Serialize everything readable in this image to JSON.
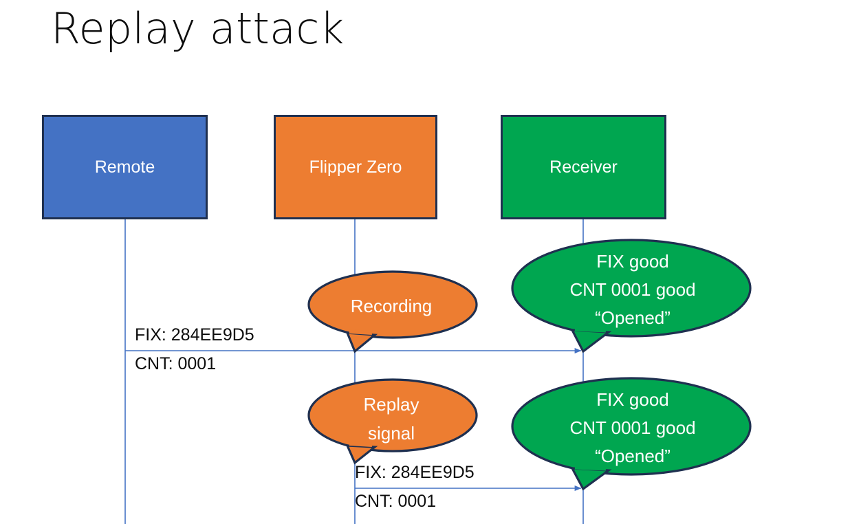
{
  "slide": {
    "title": "Replay attack",
    "background": "#ffffff"
  },
  "colors": {
    "remote_blue": "#4472C4",
    "flipper_orange": "#ED7D31",
    "receiver_green": "#00A650",
    "outline_navy": "#1F3050",
    "connector_blue": "#4472C4",
    "text_dark": "#0D0D0D",
    "text_light": "#FFFFFF"
  },
  "nodes": [
    {
      "id": "remote",
      "label": "Remote",
      "color": "#4472C4"
    },
    {
      "id": "flipper",
      "label": "Flipper Zero",
      "color": "#ED7D31"
    },
    {
      "id": "receiver",
      "label": "Receiver",
      "color": "#00A650"
    }
  ],
  "callouts": [
    {
      "id": "recording",
      "text": "Recording",
      "color": "#ED7D31",
      "owner": "flipper"
    },
    {
      "id": "replay-signal",
      "text": "Replay\nsignal",
      "color": "#ED7D31",
      "owner": "flipper"
    },
    {
      "id": "receiver-ok-1",
      "text": "FIX good\nCNT 0001 good\n“Opened”",
      "color": "#00A650",
      "owner": "receiver"
    },
    {
      "id": "receiver-ok-2",
      "text": "FIX good\nCNT 0001 good\n“Opened”",
      "color": "#00A650",
      "owner": "receiver"
    }
  ],
  "messages": [
    {
      "id": "msg-remote-to-receiver",
      "from": "remote",
      "to": "receiver",
      "label_fix": "FIX: 284EE9D5",
      "label_cnt": "CNT: 0001"
    },
    {
      "id": "msg-flipper-to-receiver",
      "from": "flipper",
      "to": "receiver",
      "label_fix": "FIX: 284EE9D5",
      "label_cnt": "CNT: 0001"
    }
  ]
}
